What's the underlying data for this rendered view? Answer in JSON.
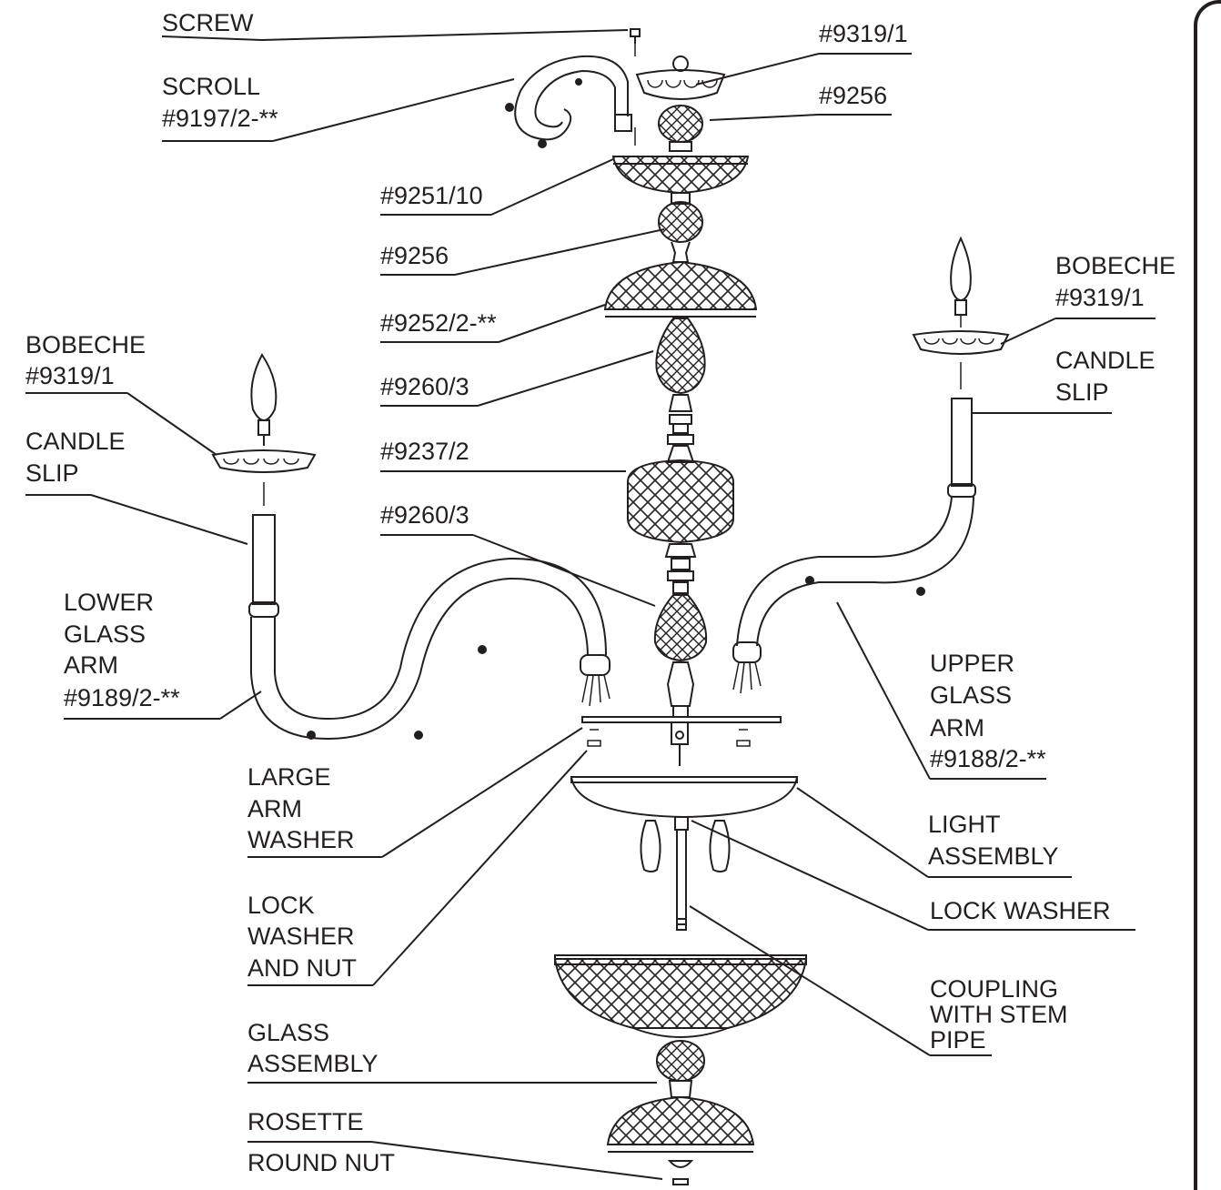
{
  "labels": {
    "screw": "SCREW",
    "scroll_1": "SCROLL",
    "scroll_2": "#9197/2-**",
    "bobeche_top": "#9319/1",
    "part_9256_top": "#9256",
    "part_9251_10": "#9251/10",
    "part_9256_mid": "#9256",
    "part_9252_2": "#9252/2-**",
    "part_9260_3_top": "#9260/3",
    "part_9237_2": "#9237/2",
    "part_9260_3_bottom": "#9260/3",
    "bobeche_left_1": "BOBECHE",
    "bobeche_left_2": "#9319/1",
    "candle_slip_left_1": "CANDLE",
    "candle_slip_left_2": "SLIP",
    "lower_arm_1": "LOWER",
    "lower_arm_2": "GLASS",
    "lower_arm_3": "ARM",
    "lower_arm_4": "#9189/2-**",
    "bobeche_right_1": "BOBECHE",
    "bobeche_right_2": "#9319/1",
    "candle_slip_right_1": "CANDLE",
    "candle_slip_right_2": "SLIP",
    "upper_arm_1": "UPPER",
    "upper_arm_2": "GLASS",
    "upper_arm_3": "ARM",
    "upper_arm_4": "#9188/2-**",
    "large_washer_1": "LARGE",
    "large_washer_2": "ARM",
    "large_washer_3": "WASHER",
    "light_assembly_1": "LIGHT",
    "light_assembly_2": "ASSEMBLY",
    "lock_washer": "LOCK WASHER",
    "lock_washer_nut_1": "LOCK",
    "lock_washer_nut_2": "WASHER",
    "lock_washer_nut_3": "AND NUT",
    "coupling_1": "COUPLING",
    "coupling_2": "WITH STEM",
    "coupling_3": "PIPE",
    "glass_assembly_1": "GLASS",
    "glass_assembly_2": "ASSEMBLY",
    "rosette": "ROSETTE",
    "round_nut": "ROUND NUT"
  }
}
